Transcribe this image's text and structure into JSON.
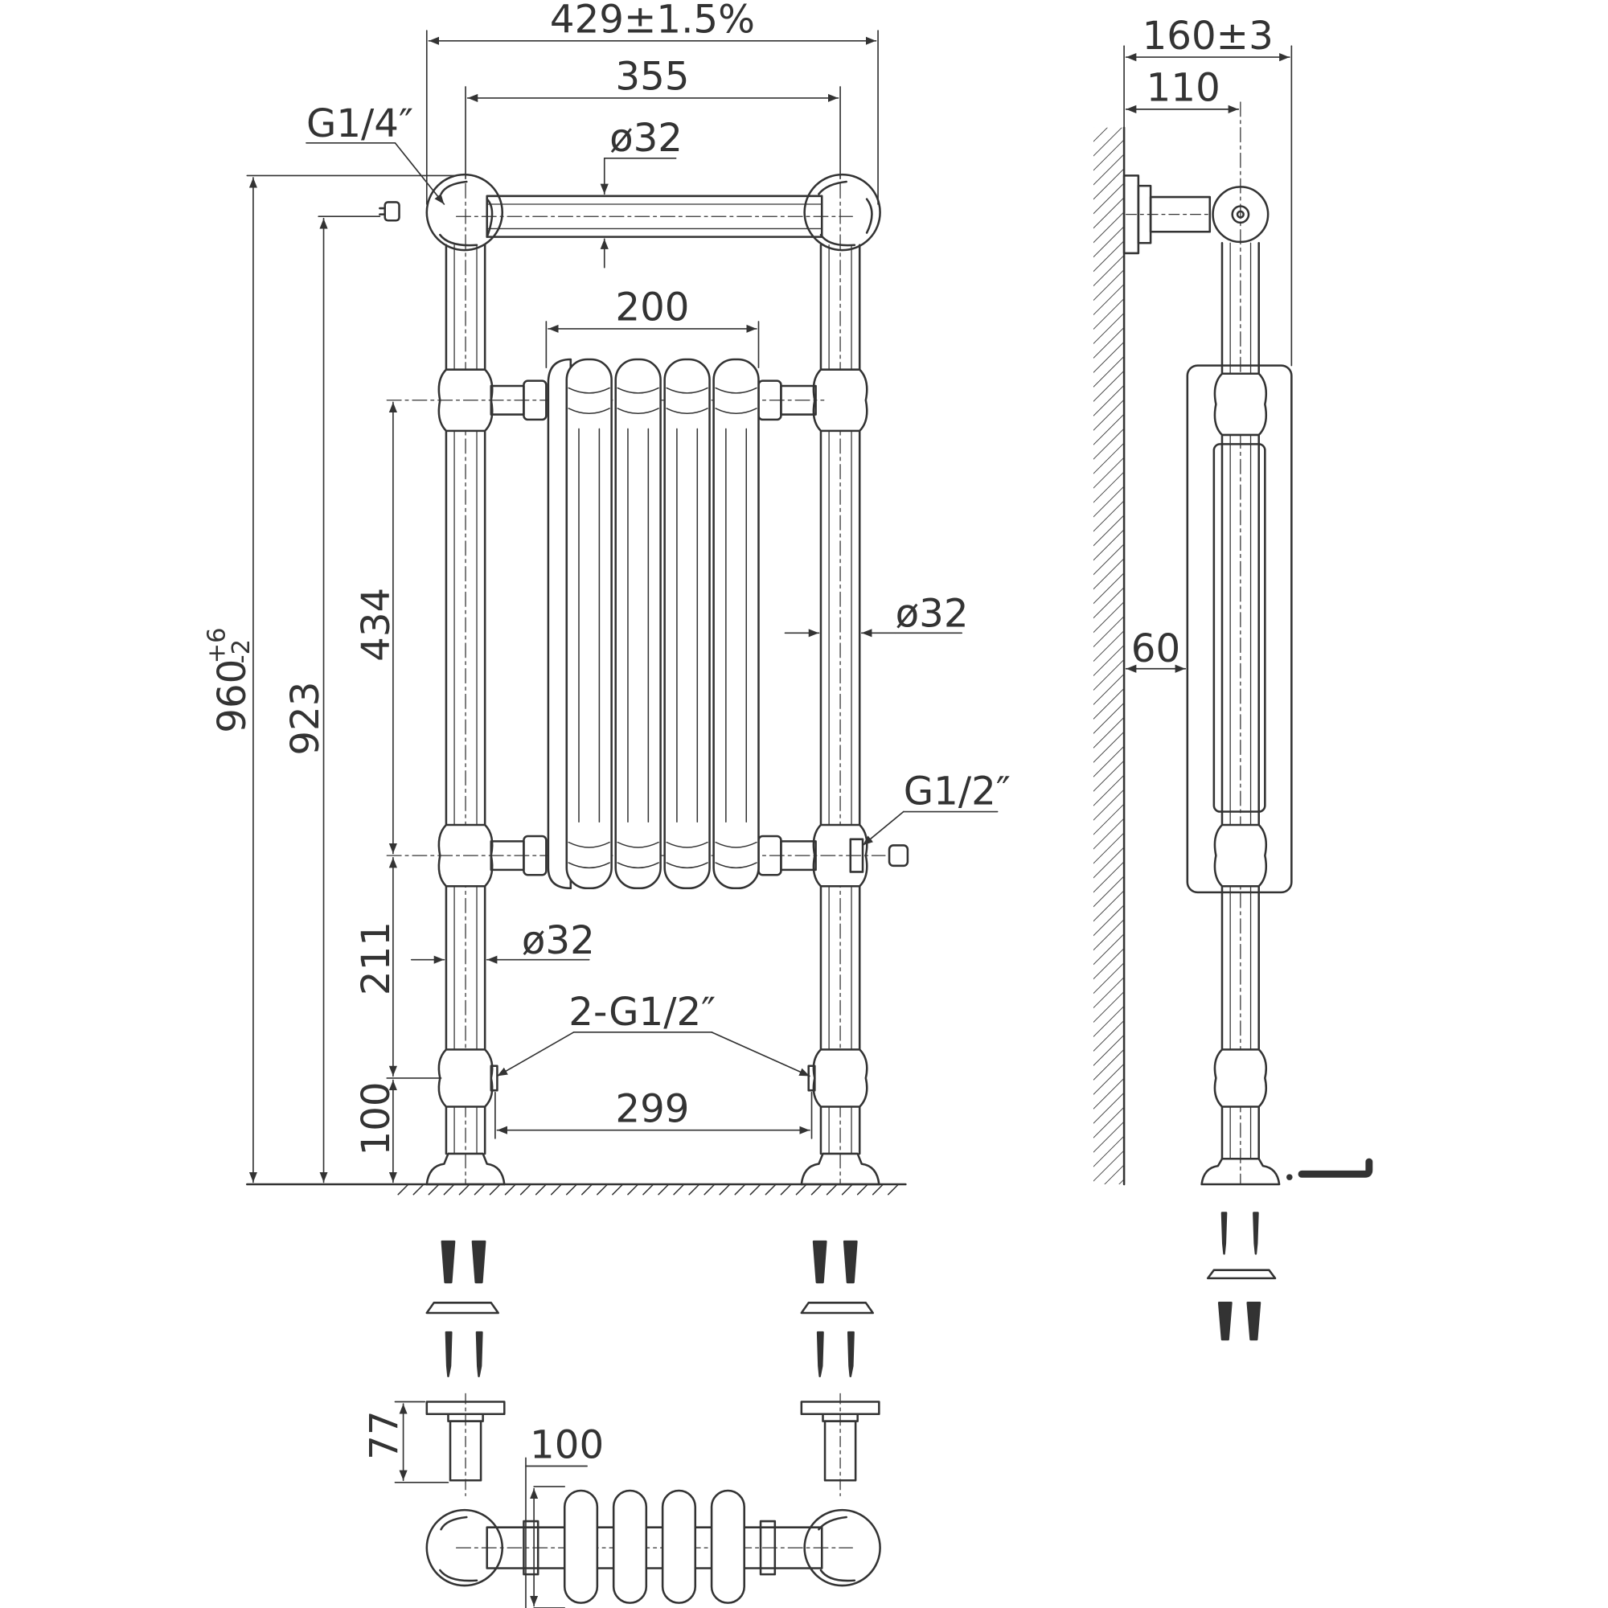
{
  "colors": {
    "line": "#333333",
    "background": "#ffffff"
  },
  "front_view": {
    "overall_width": "429±1.5%",
    "pipe_centers": "355",
    "top_rail_diameter": "ø32",
    "top_bleed_thread": "G1/4″",
    "column_width": "200",
    "column_height": "434",
    "side_pipe_diameter": "ø32",
    "total_height_value": "960",
    "total_height_tol_upper": "+6",
    "total_height_tol_lower": "-2",
    "top_valve_height": "923",
    "side_thread": "G1/2″",
    "lower_pipe_diameter": "ø32",
    "lower_height": "211",
    "inlet_threads": "2-G1/2″",
    "inlet_spacing": "299",
    "foot_height": "100"
  },
  "side_view": {
    "depth": "160±3",
    "wall_to_pipe": "110",
    "column_offset": "60"
  },
  "foot_detail": {
    "foot_depth": "77",
    "plan_width": "100"
  }
}
